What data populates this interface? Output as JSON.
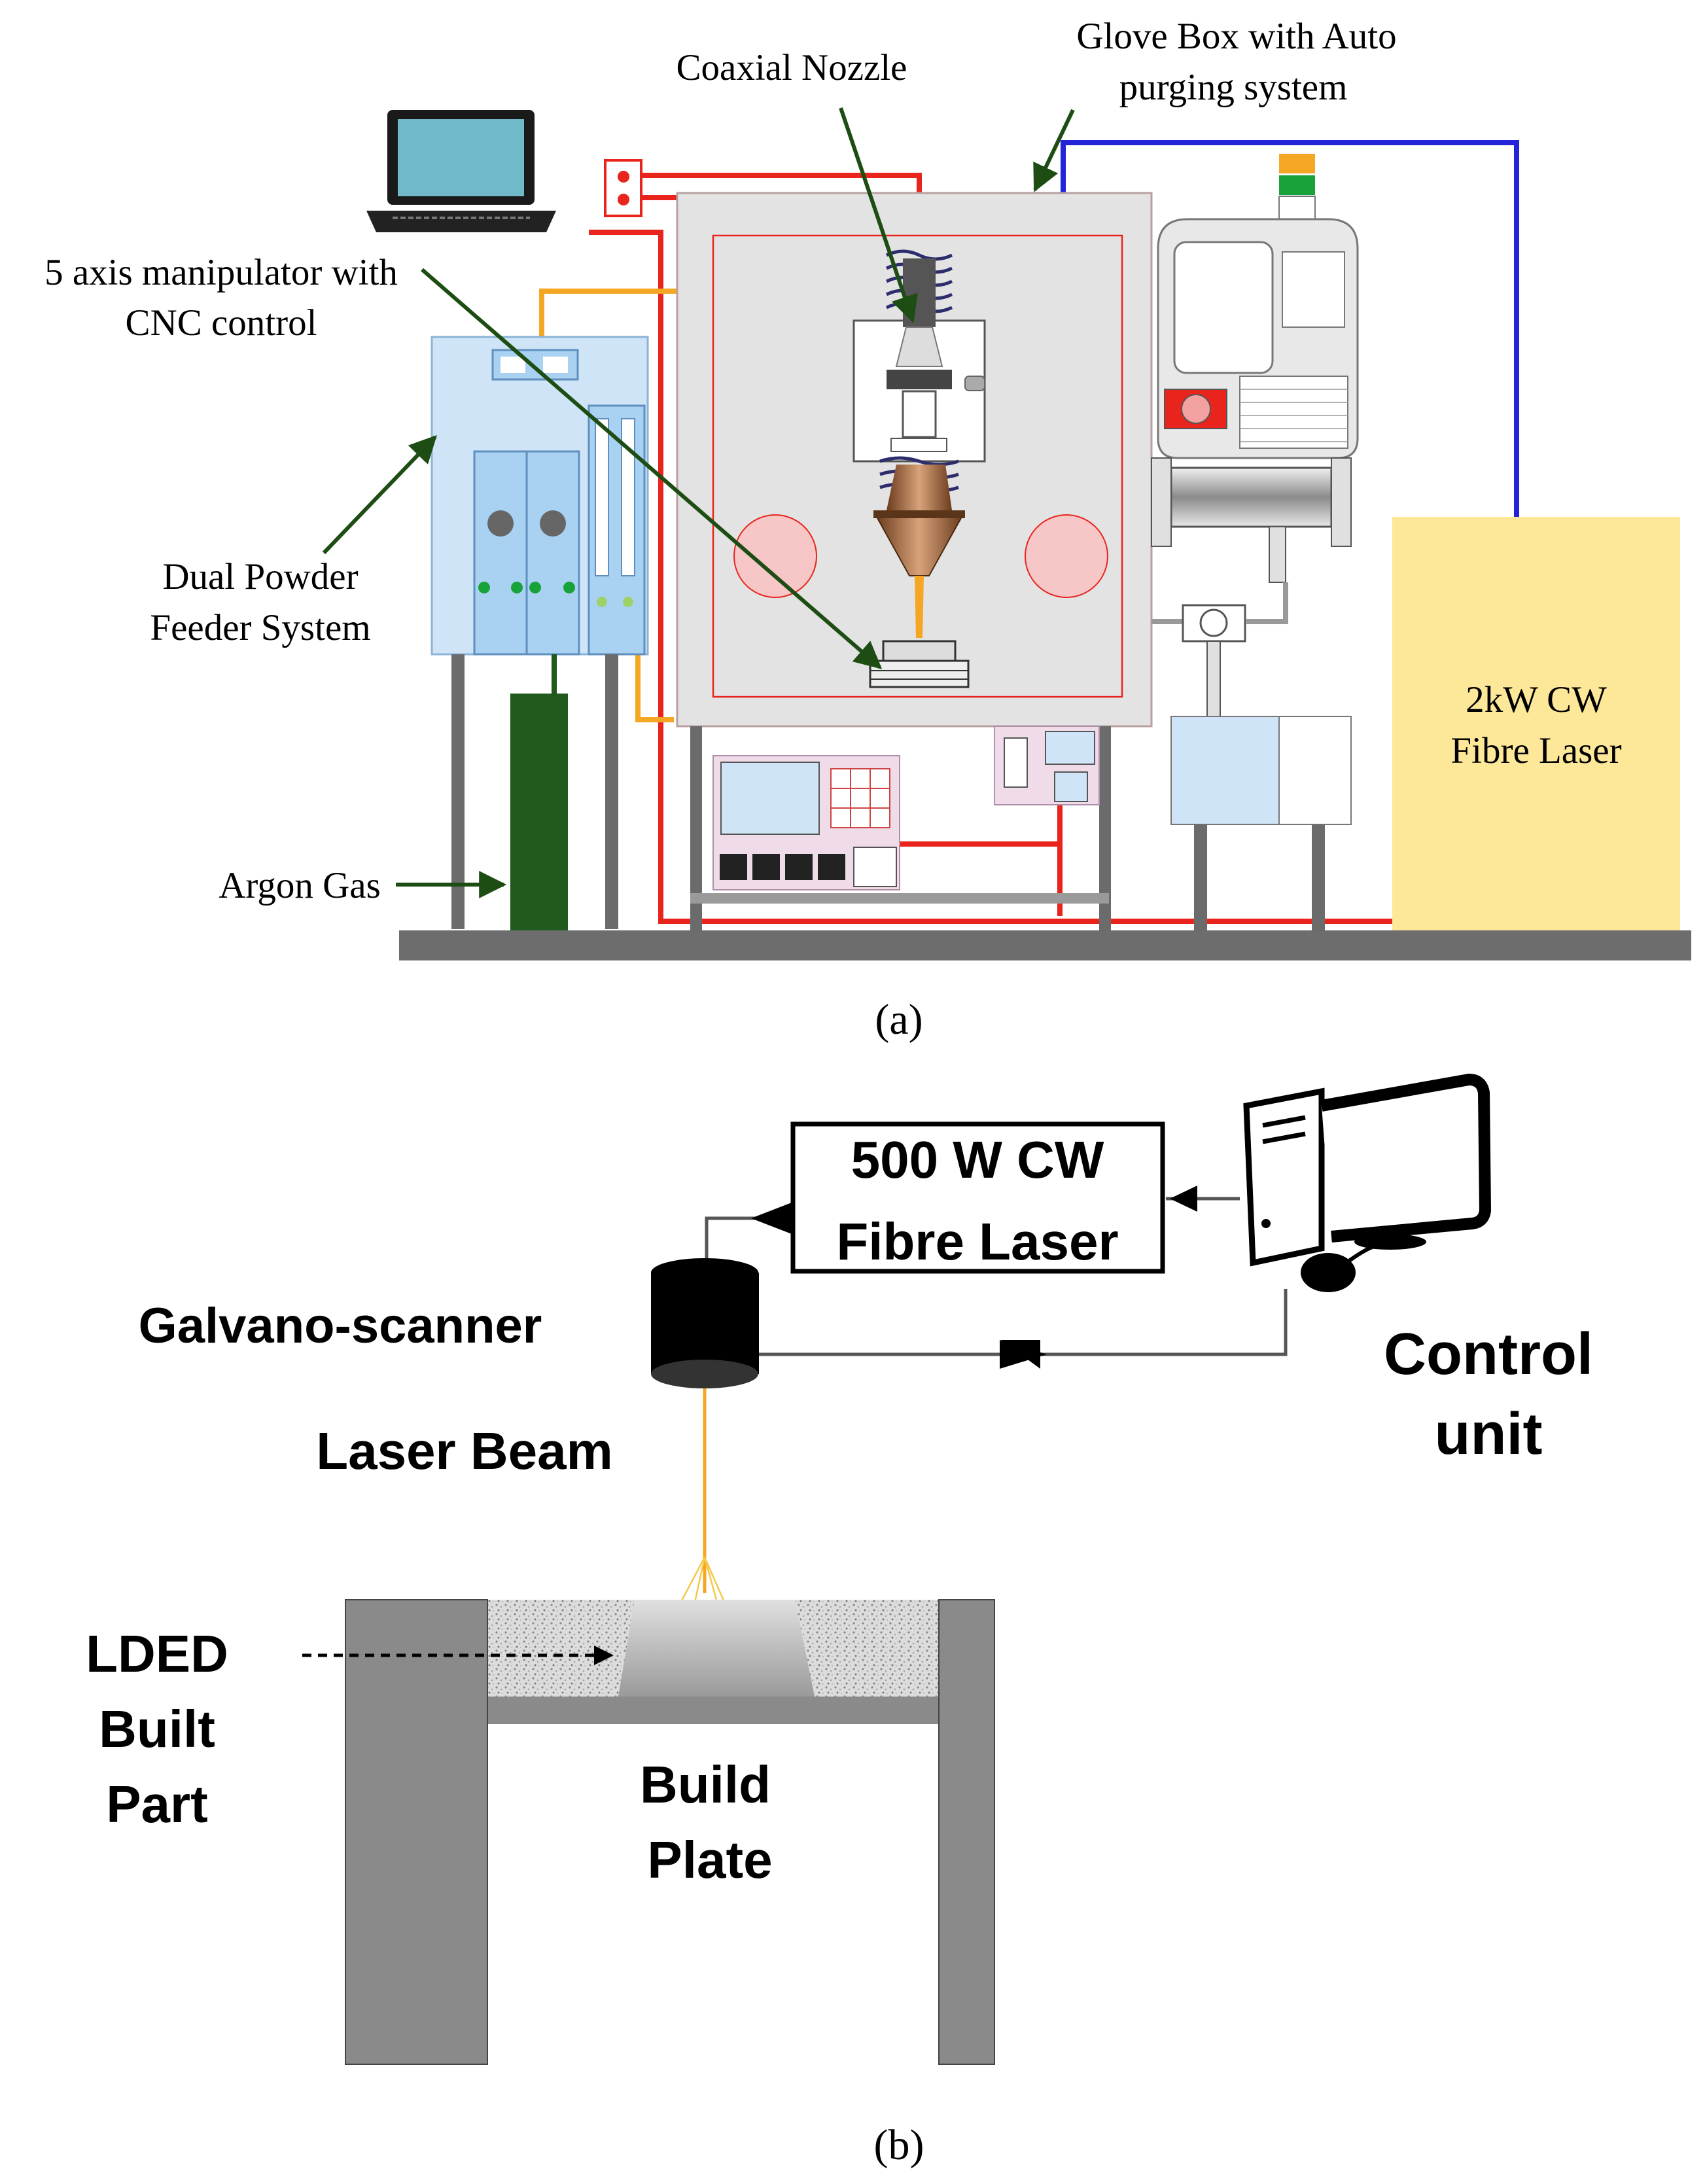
{
  "figure_a": {
    "panel_label_a": "(a)",
    "labels": {
      "coaxial_nozzle": "Coaxial Nozzle",
      "glove_box_line1": "Glove Box with Auto",
      "glove_box_line2": "purging system",
      "manipulator_line1": "5 axis manipulator with",
      "manipulator_line2": "CNC control",
      "powder_feeder_line1": "Dual Powder",
      "powder_feeder_line2": "Feeder System",
      "argon_gas": "Argon Gas",
      "fibre_laser_line1": "2kW CW",
      "fibre_laser_line2": "Fibre Laser"
    }
  },
  "figure_b": {
    "panel_label_b": "(b)",
    "labels": {
      "laser_box_line1": "500 W CW",
      "laser_box_line2": "Fibre Laser",
      "galvano_scanner": "Galvano-scanner",
      "control_unit_line1": "Control",
      "control_unit_line2": "unit",
      "laser_beam": "Laser Beam",
      "lded_line1": "LDED",
      "lded_line2": "Built",
      "lded_line3": "Part",
      "build_plate_line1": "Build",
      "build_plate_line2": "Plate"
    }
  },
  "colors": {
    "red_line": "#e8241c",
    "orange_line": "#f5a623",
    "blue_line": "#2323d8",
    "arrow_green": "#1e4d14",
    "argon_green": "#1f5a1c",
    "feeder_blue": "#cfe5f7",
    "laser_yellow": "#fde89a",
    "base_grey": "#6d6d6d",
    "box_grey": "#e3e3e3"
  }
}
